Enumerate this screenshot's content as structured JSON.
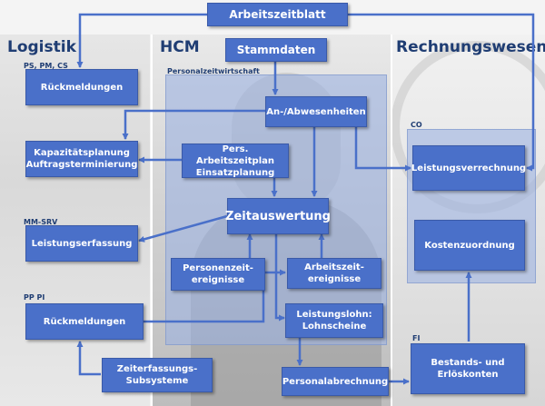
{
  "columns": {
    "logistik": "Logistik",
    "hcm": "HCM",
    "rechnungswesen": "Rechnungswesen"
  },
  "sublabels": {
    "ps_pm_cs": "PS, PM, CS",
    "personalzeitwirtschaft": "Personalzeitwirtschaft",
    "co": "CO",
    "mm_srv": "MM-SRV",
    "pp_pi": "PP PI",
    "fi": "FI"
  },
  "boxes": {
    "arbeitszeitblatt": "Arbeitszeitblatt",
    "stammdaten": "Stammdaten",
    "rueckmeldungen_top": "Rückmeldungen",
    "an_abwesenheiten": "An-/Abwesenheiten",
    "kapazitaetsplanung": "Kapazitätsplanung\nAuftragsterminierung",
    "pers_arbeitszeitplan": "Pers. Arbeitszeitplan\nEinsatzplanung",
    "leistungsverrechnung": "Leistungsverrechnung",
    "zeitauswertung": "Zeitauswertung",
    "leistungserfassung": "Leistungserfassung",
    "kostenzuordnung": "Kostenzuordnung",
    "personenzeitereignisse": "Personenzeit-\nereignisse",
    "arbeitszeitereignisse": "Arbeitszeit-\nereignisse",
    "rueckmeldungen_pp": "Rückmeldungen",
    "leistungslohn": "Leistungslohn:\nLohnscheine",
    "zeiterfassungs_subsysteme": "Zeiterfassungs-\nSubsysteme",
    "personalabrechnung": "Personalabrechnung",
    "bestands_erloeskonten": "Bestands- und\nErlöskonten"
  },
  "colors": {
    "box_fill": "#4a70c9",
    "arrow": "#4a70c9",
    "heading": "#1f3d73",
    "group_fill": "#9cb2e1"
  }
}
